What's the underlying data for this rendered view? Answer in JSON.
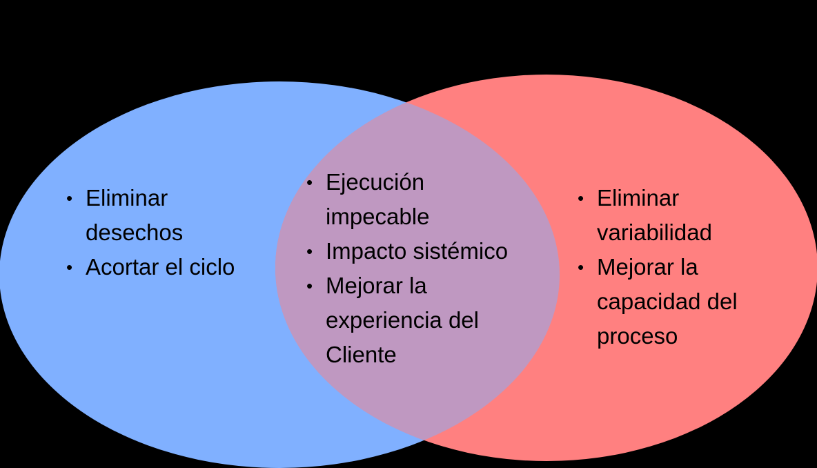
{
  "colors": {
    "background": "#000000",
    "left": "#80b0ff",
    "right": "#ff8080",
    "overlap": "#bf98c1"
  },
  "left": {
    "items": [
      "Eliminar desechos",
      "Acortar el ciclo"
    ]
  },
  "center": {
    "items": [
      "Ejecución impecable",
      "Impacto sistémico",
      "Mejorar la experiencia del Cliente"
    ]
  },
  "right": {
    "items": [
      "Eliminar variabilidad",
      "Mejorar la capacidad del proceso"
    ]
  }
}
